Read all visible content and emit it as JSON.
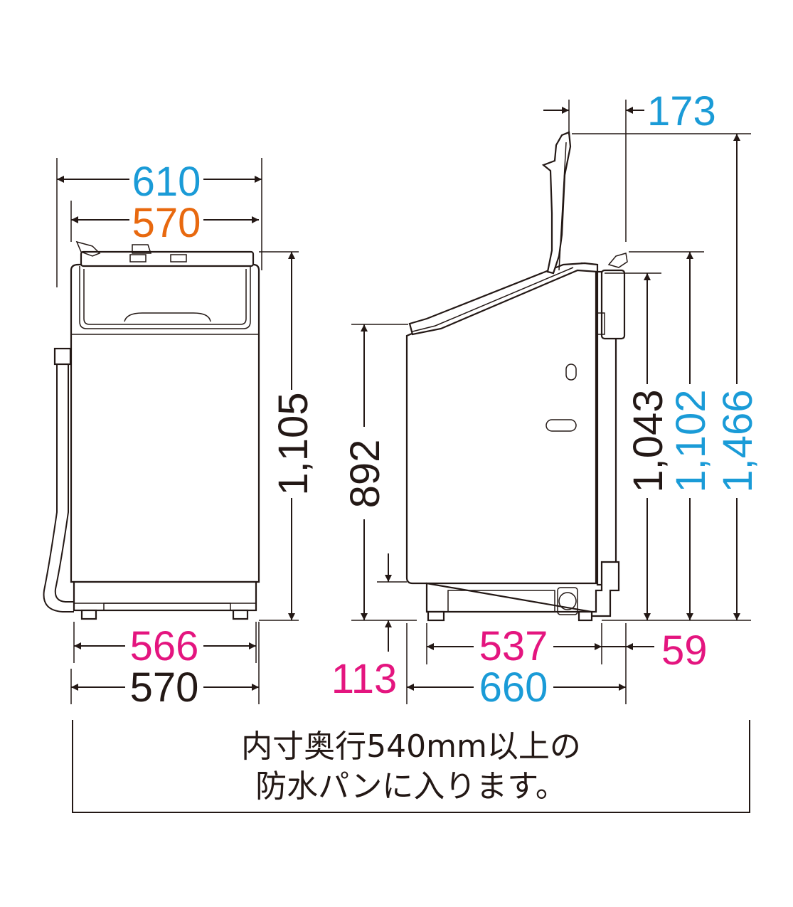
{
  "colors": {
    "blue": "#1a9bd7",
    "orange": "#e8690f",
    "magenta": "#e4157f",
    "black": "#231815"
  },
  "front": {
    "overall_width": "610",
    "inner_width_top": "570",
    "height": "1,105",
    "base_width_outer": "566",
    "base_width": "570"
  },
  "side": {
    "lid_offset": "173",
    "body_height": "892",
    "leg_height": "113",
    "height_top": "1,043",
    "height_hose": "1,102",
    "height_lid_open": "1,466",
    "base_depth": "537",
    "rear_offset": "59",
    "overall_depth": "660"
  },
  "note": {
    "line1": "内寸奥行540mm以上の",
    "line2": "防水パンに入ります。"
  }
}
